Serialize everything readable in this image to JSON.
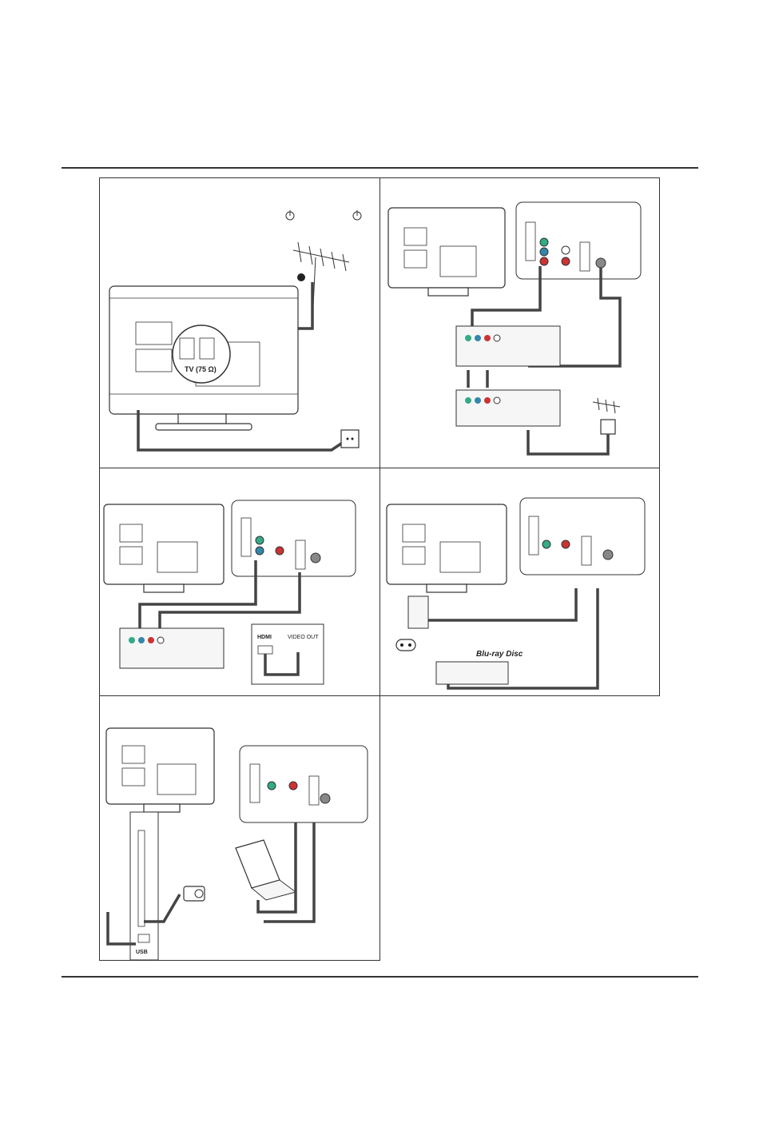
{
  "page": {
    "diagrams": [
      {
        "id": "antenna-power",
        "labels": {
          "tv_input": "TV (75 Ω)"
        },
        "power_symbol": "⏻"
      },
      {
        "id": "component-settop",
        "labels": {}
      },
      {
        "id": "component-hdmi-dvd",
        "labels": {
          "hdmi": "HDMI",
          "video_out": "VIDEO OUT"
        }
      },
      {
        "id": "hdmi-console-bluray",
        "labels": {
          "bluray_logo": "Blu-ray Disc"
        }
      },
      {
        "id": "usb-pc",
        "labels": {
          "usb": "USB"
        }
      }
    ]
  },
  "icons": [
    "power-icon",
    "antenna-icon",
    "wall-outlet-icon",
    "game-controller-icon",
    "camcorder-icon",
    "laptop-icon",
    "bluray-logo-icon"
  ]
}
